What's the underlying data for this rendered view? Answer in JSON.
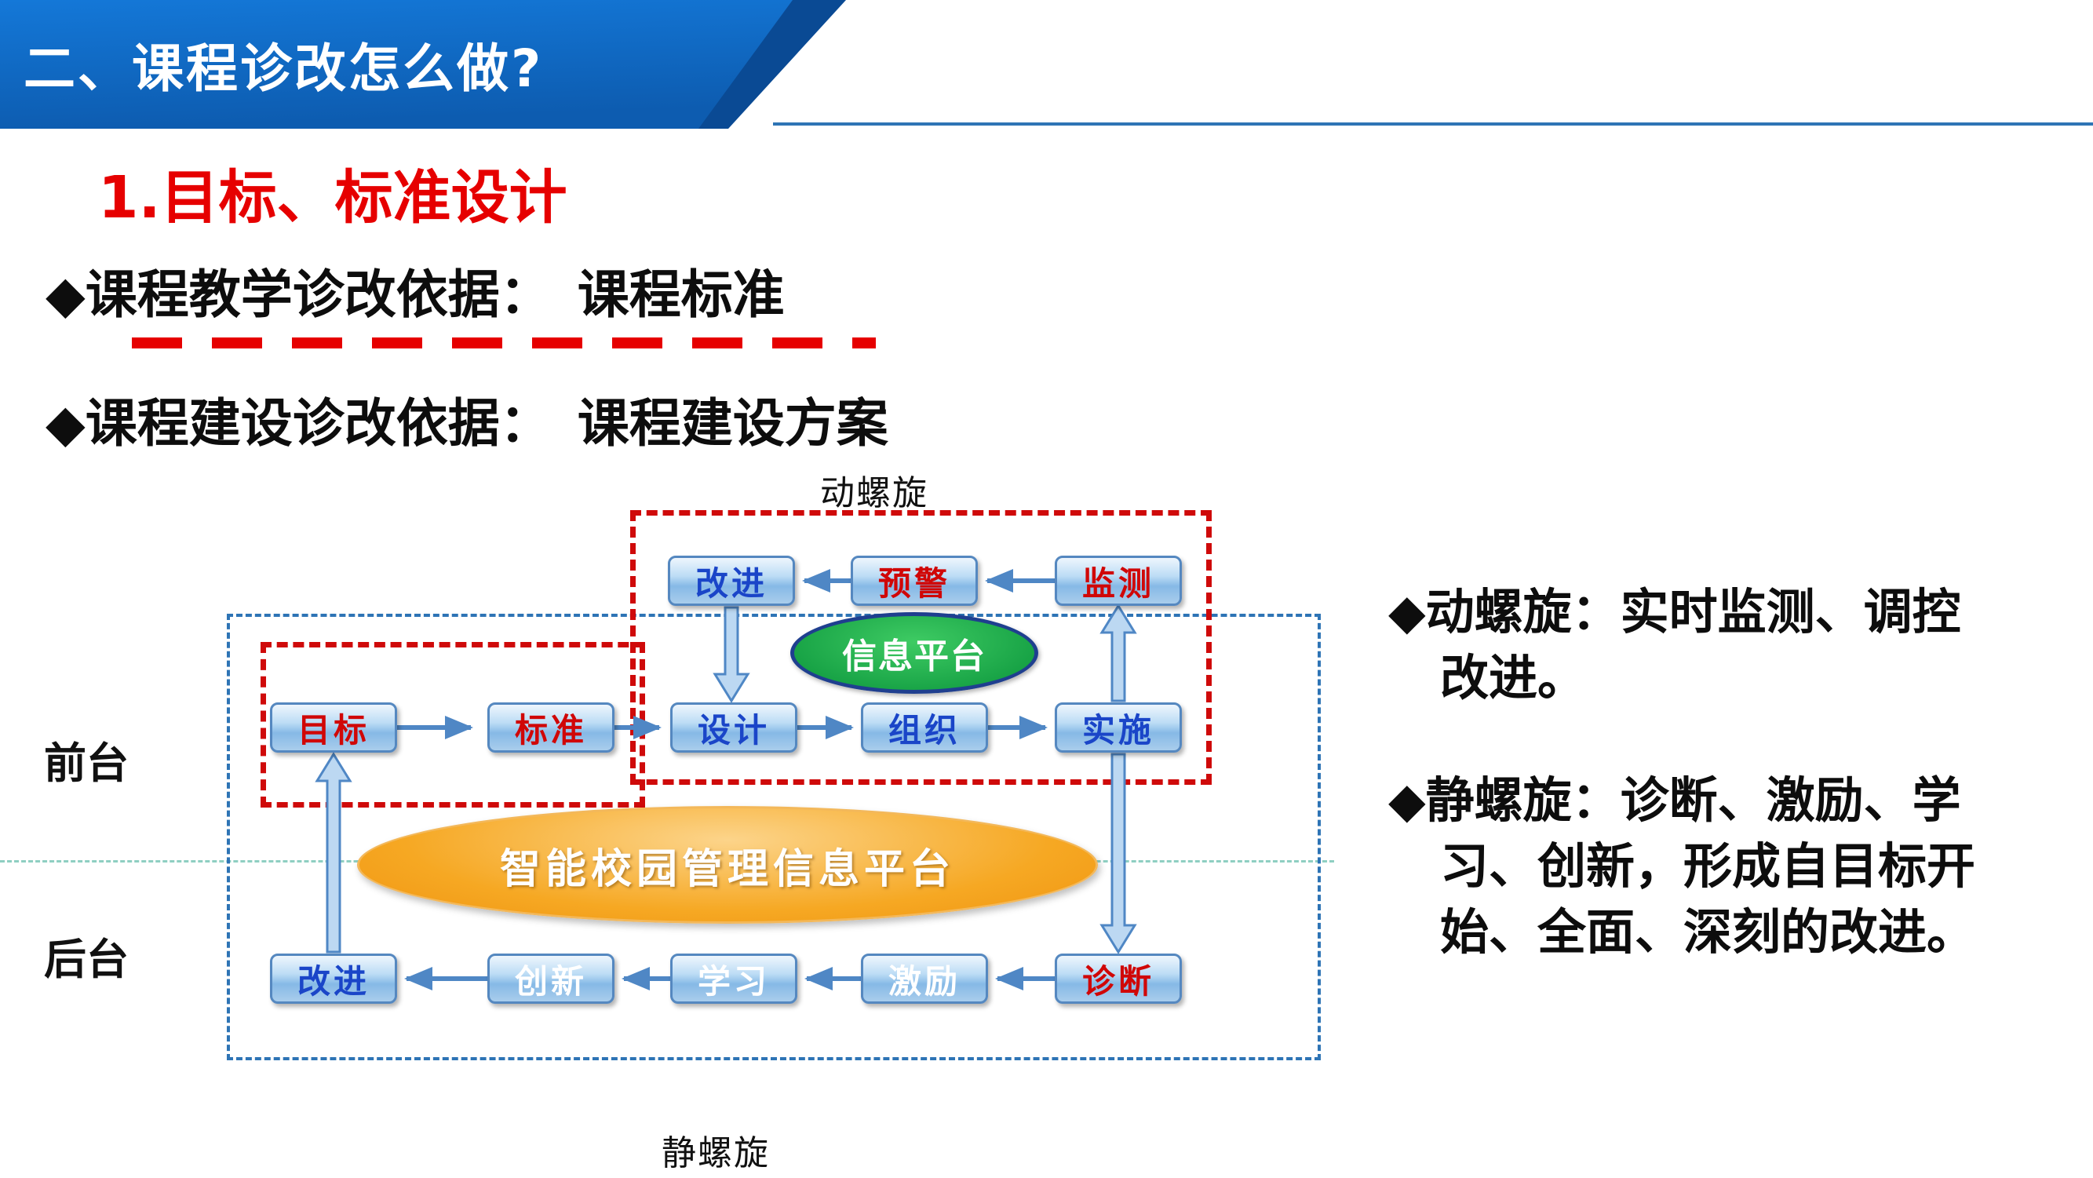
{
  "banner": {
    "title": "二、课程诊改怎么做?"
  },
  "headings": {
    "section_title": "1.目标、标准设计",
    "basis_teaching": "◆课程教学诊改依据：　课程标准",
    "basis_construction": "◆课程建设诊改依据：　课程建设方案"
  },
  "diagram": {
    "spiral_top_label": "动螺旋",
    "spiral_bottom_label": "静螺旋",
    "front_label": "前台",
    "back_label": "后台",
    "info_platform": "信息平台",
    "campus_platform": "智能校园管理信息平台",
    "nodes": {
      "top": [
        {
          "label": "改进",
          "color": "#1a45c8"
        },
        {
          "label": "预警",
          "color": "#d00707"
        },
        {
          "label": "监测",
          "color": "#d00707"
        }
      ],
      "middle": [
        {
          "label": "目标",
          "color": "#d00707"
        },
        {
          "label": "标准",
          "color": "#d00707"
        },
        {
          "label": "设计",
          "color": "#1a45c8"
        },
        {
          "label": "组织",
          "color": "#1a45c8"
        },
        {
          "label": "实施",
          "color": "#1a45c8"
        }
      ],
      "bottom": [
        {
          "label": "改进",
          "color": "#1a45c8"
        },
        {
          "label": "创新",
          "color": "#ffffff"
        },
        {
          "label": "学习",
          "color": "#ffffff"
        },
        {
          "label": "激励",
          "color": "#ffffff"
        },
        {
          "label": "诊断",
          "color": "#d00707"
        }
      ]
    }
  },
  "notes": [
    {
      "text": "◆动螺旋：实时监测、调控改进。"
    },
    {
      "text": "◆静螺旋：诊断、激励、学习、创新，形成自目标开始、全面、深刻的改进。"
    }
  ],
  "colors": {
    "banner_blue": "#0f63be",
    "banner_dark_blue": "#0a4a94",
    "accent_red": "#e60000",
    "node_border": "#5588c0",
    "arrow_blue": "#4f87c5",
    "green_ellipse": "#17a245",
    "orange_ellipse": "#f5a623",
    "dashed_red": "#cf0a0a",
    "dashed_blue": "#2e74b5",
    "dashed_teal": "#7cc7b8"
  }
}
